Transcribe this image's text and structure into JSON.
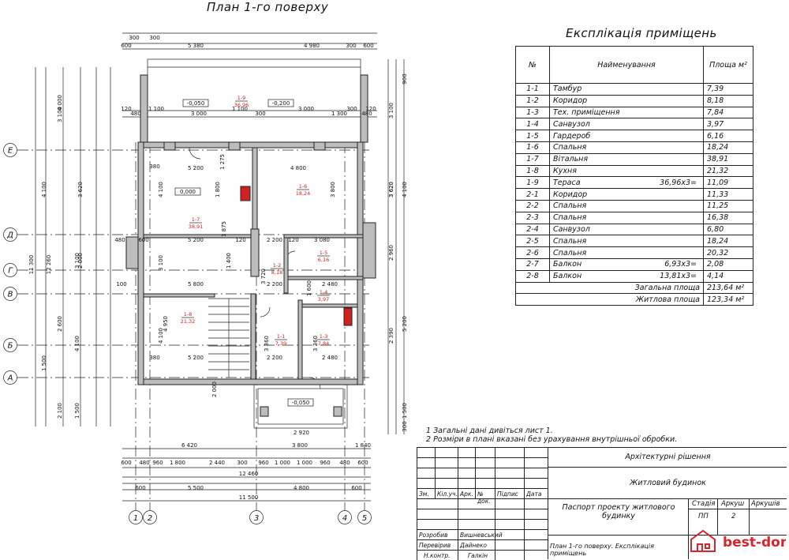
{
  "plan": {
    "title": "План 1-го поверху",
    "axis_rows": [
      "Е",
      "Д",
      "Г",
      "В",
      "Б",
      "А"
    ],
    "axis_cols": [
      "1",
      "2",
      "3",
      "4",
      "5"
    ],
    "dims_top": [
      "300",
      "300",
      "600",
      "5 380",
      "4 980",
      "300",
      "600"
    ],
    "dims_top2": [
      "120",
      "480",
      "1 100",
      "3 000",
      "1 100",
      "300",
      "3 000",
      "1 300",
      "300",
      "480",
      "120"
    ],
    "dims_bottom": [
      "6 420",
      "3 800",
      "1 840",
      "12 460",
      "11 500",
      "600",
      "5 500",
      "4 800",
      "600"
    ],
    "dims_bottom_row": [
      "600",
      "480",
      "960",
      "1 800",
      "2 440",
      "300",
      "960",
      "1 000",
      "1 000",
      "960",
      "480",
      "600"
    ],
    "dims_left": [
      "11 300",
      "12 260",
      "4 000",
      "3 100",
      "4 100",
      "3 620",
      "2 000",
      "2 600",
      "3 100",
      "4 100",
      "1 500",
      "2 100",
      "1 500"
    ],
    "dims_right": [
      "3 100",
      "3 620",
      "4 100",
      "2 960",
      "2 390",
      "3 620",
      "5 200",
      "1 500",
      "900",
      "300"
    ],
    "rooms": [
      {
        "id": "1-9",
        "area": "36,96"
      },
      {
        "id": "1-7",
        "area": "38,91"
      },
      {
        "id": "1-6",
        "area": "18,24"
      },
      {
        "id": "1-5",
        "area": "6,16"
      },
      {
        "id": "1-2",
        "area": "8,18"
      },
      {
        "id": "1-4",
        "area": "3,97"
      },
      {
        "id": "1-8",
        "area": "21,32"
      },
      {
        "id": "1-1",
        "area": "7,39"
      },
      {
        "id": "1-3",
        "area": "7,84"
      }
    ],
    "levels": [
      "-0,050",
      "-0,200",
      "0,000",
      "-0,050"
    ],
    "inner_dims": [
      "5 200",
      "4 800",
      "5 200",
      "2 200",
      "3 080",
      "5 800",
      "2 200",
      "2 480",
      "5 200",
      "2 200",
      "2 480",
      "4 100",
      "4 950",
      "3 800",
      "1 800",
      "1 875",
      "1 275",
      "3 100",
      "1 400",
      "3 720",
      "4 100",
      "3 360",
      "3 360",
      "380",
      "380",
      "120",
      "120",
      "480",
      "600",
      "100",
      "2 000",
      "1 600",
      "2 920"
    ]
  },
  "explication": {
    "title": "Експлікація приміщень",
    "header": {
      "num": "№",
      "name": "Найменування",
      "area": "Площа м²"
    },
    "rows": [
      {
        "num": "1-1",
        "name": "Тамбур",
        "mult": "",
        "area": "7,39"
      },
      {
        "num": "1-2",
        "name": "Коридор",
        "mult": "",
        "area": "8,18"
      },
      {
        "num": "1-3",
        "name": "Тех. приміщення",
        "mult": "",
        "area": "7,84"
      },
      {
        "num": "1-4",
        "name": "Санвузол",
        "mult": "",
        "area": "3,97"
      },
      {
        "num": "1-5",
        "name": "Гардероб",
        "mult": "",
        "area": "6,16"
      },
      {
        "num": "1-6",
        "name": "Спальня",
        "mult": "",
        "area": "18,24"
      },
      {
        "num": "1-7",
        "name": "Вітальня",
        "mult": "",
        "area": "38,91"
      },
      {
        "num": "1-8",
        "name": "Кухня",
        "mult": "",
        "area": "21,32"
      },
      {
        "num": "1-9",
        "name": "Тераса",
        "mult": "36,96х3=",
        "area": "11,09"
      },
      {
        "num": "2-1",
        "name": "Коридор",
        "mult": "",
        "area": "11,33"
      },
      {
        "num": "2-2",
        "name": "Спальня",
        "mult": "",
        "area": "11,25"
      },
      {
        "num": "2-3",
        "name": "Спальня",
        "mult": "",
        "area": "16,38"
      },
      {
        "num": "2-4",
        "name": "Санвузол",
        "mult": "",
        "area": "6,80"
      },
      {
        "num": "2-5",
        "name": "Спальня",
        "mult": "",
        "area": "18,24"
      },
      {
        "num": "2-6",
        "name": "Спальня",
        "mult": "",
        "area": "20,32"
      },
      {
        "num": "2-7",
        "name": "Балкон",
        "mult": "6,93х3=",
        "area": "2,08"
      },
      {
        "num": "2-8",
        "name": "Балкон",
        "mult": "13,81х3=",
        "area": "4,14"
      }
    ],
    "total_label": "Загальна площа",
    "total_value": "213,64 м²",
    "living_label": "Житлова площа",
    "living_value": "123,34 м²"
  },
  "notes": [
    "1 Загальні дані дивіться лист 1.",
    "2 Розміри в плані вказані без урахування внутрішньої обробки."
  ],
  "stamp": {
    "section": "Архітектурні рішення",
    "object": "Житловий будинок",
    "project": "Паспорт проекту житлового будинку",
    "sheet_title": "План 1-го поверху. Експлікація приміщень",
    "col_headers": [
      "Зм.",
      "Кіл.уч.",
      "Арк.",
      "№ док.",
      "Підпис",
      "Дата"
    ],
    "stage_label": "Стадія",
    "sheet_label": "Аркуш",
    "sheets_label": "Аркушів",
    "stage": "ПП",
    "sheet": "2",
    "roles": [
      {
        "role": "Розробив",
        "name": "Вишневський"
      },
      {
        "role": "Перевірив",
        "name": "Дайнеко"
      },
      {
        "role": "Н.контр.",
        "name": "Галкін"
      }
    ]
  },
  "logo": {
    "text": "best-dom",
    "color": "#d9232d"
  }
}
